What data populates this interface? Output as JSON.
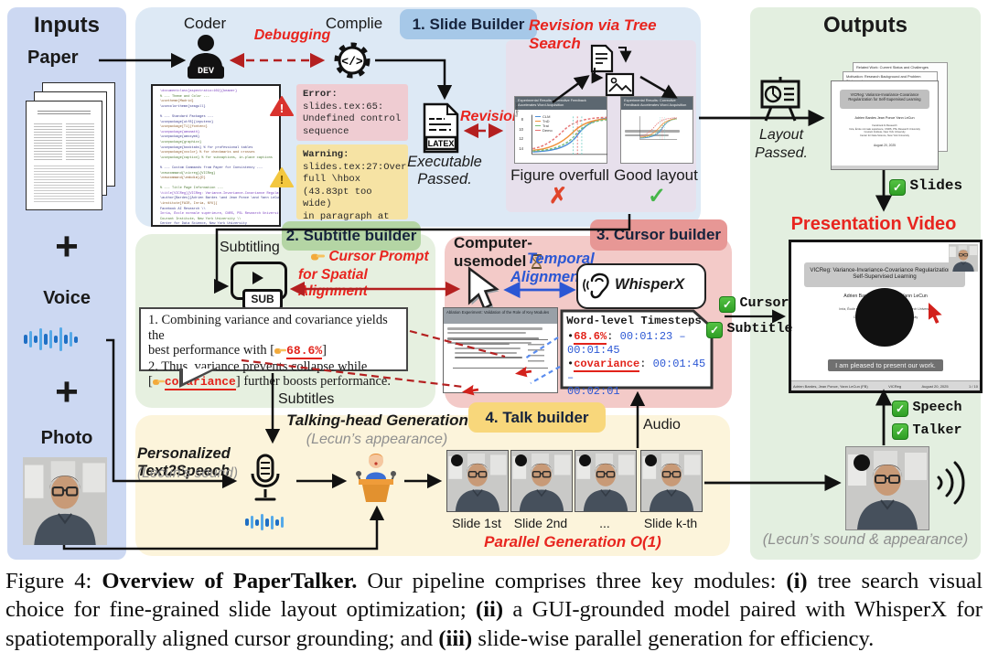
{
  "glyphs": {
    "check": "✓",
    "cross": "✗",
    "plus": "+",
    "gear_code": "</>",
    "bullet": "•"
  },
  "colors": {
    "accent_red": "#e8251f",
    "arrow_dark_red": "#b42020",
    "accent_blue": "#2b57d4",
    "inputs_panel": "#ccd8f2",
    "slide_region": "#dde9f5",
    "subtitle_region": "#e6f0e0",
    "cursor_region": "#f3cac8",
    "talk_region": "#fcf4db",
    "outputs_panel": "#e3efe0"
  },
  "inputs": {
    "title": "Inputs",
    "paper": "Paper",
    "voice": "Voice",
    "photo": "Photo"
  },
  "slide_builder": {
    "badge": "1. Slide Builder",
    "coder": "Coder",
    "dev": "DEV",
    "debugging": "Debugging",
    "compile": "Complie",
    "revision_tree": "Revision via Tree Search",
    "error_title": "Error:",
    "error_lines": [
      "slides.tex:65:",
      "Undefined control",
      "sequence"
    ],
    "warning_title": "Warning:",
    "warning_lines": [
      "slides.tex:27:Over",
      "full \\hbox",
      "(43.83pt too wide)",
      "in paragraph at",
      "lines 27--27"
    ],
    "latex": "LATEX",
    "revision": "Revision",
    "executable_1": "Executable",
    "executable_2": "Passed.",
    "figure_overfull": "Figure overfull",
    "good_layout": "Good layout",
    "thumb_title": "Experimental Results: Corrective Feedback Accelerates Word Acquisition",
    "legend": [
      "CLM",
      "TnD",
      "Trai",
      "Demo"
    ],
    "y_label": "Surprisal",
    "y_ticks": [
      "8",
      "10",
      "12",
      "14"
    ],
    "code_lines": [
      "\\documentclass[aspectratio=169]{beamer}",
      "% --- Theme and Color ---",
      "\\usetheme{Madrid}",
      "\\usecolortheme{seagull}",
      "",
      "% --- Standard Packages ---",
      "\\usepackage[utf8]{inputenc}",
      "\\usepackage[T1]{fontenc}",
      "\\usepackage{amsmath}",
      "\\usepackage{amssymb}",
      "\\usepackage{graphicx}",
      "\\usepackage{booktabs} % for professional tables",
      "\\usepackage{xcolor}  % for checkmarks and crosses",
      "\\usepackage{caption} % for subcaptions, in-place captions",
      "",
      "% --- Custom Commands from Paper for Consistency ---",
      "\\newcommand{\\vicreg}{VICReg}",
      "\\newcommand{\\embdim}{D}",
      "",
      "% --- Title Page Information ---",
      "\\title[VICReg]{VICReg: Variance-Invariance-Covariance Regularization}",
      "\\author[Bardes]{Adrien Bardes \\and Jean Ponce \\and Yann LeCun}",
      "\\institute[FAIR, Inria, NYU]{",
      "  Facebook AI Research \\\\",
      "  Inria, École normale supérieure, CNRS, PSL Research University \\\\",
      "  Courant Institute, New York University \\\\",
      "  Center for Data Science, New York University",
      "}",
      "\\date{August 20, 2025}"
    ]
  },
  "subtitle_builder": {
    "badge": "2. Subtitle builder",
    "subtitling": "Subtitling",
    "sub": "SUB",
    "prompt_1": "Cursor Prompt",
    "prompt_2": "for Spatial Alignment",
    "bubble": {
      "l1": "1. Combining variance and covariance yields the",
      "l2_pre": "best performance with [",
      "l2_word": "68.6%",
      "l2_post": "]",
      "l3": "2. Thus, variance prevents collapse while",
      "l4_pre": "[",
      "l4_word": "covariance",
      "l4_post": "] further boosts performance."
    },
    "subtitles": "Subtitles"
  },
  "cursor_builder": {
    "badge": "3. Cursor builder",
    "model_1": "Computer-",
    "model_2": "usemodel",
    "temporal_1": "Temporal",
    "temporal_2": "Alignment",
    "whisperx": "WhisperX",
    "ablation_title": "Ablation Experiment: Validation of the Role of Key Modules",
    "ts": {
      "title": "Word-level Timesteps",
      "e1_word": "68.6%",
      "e1_sep": ":",
      "e1_t1": "00:01:23 –",
      "e1_t2": "00:01:45",
      "e2_word": "covariance",
      "e2_sep": ":",
      "e2_t1": "00:01:45 –",
      "e2_t2": "00:02:01"
    }
  },
  "talk_builder": {
    "badge": "4. Talk builder",
    "th_gen": "Talking-head Generation",
    "appearance": "(Lecun’s appearance)",
    "tts": "Personalized Text2Speech",
    "sound": "(Lecun’s sound)",
    "audio": "Audio",
    "slide_labels": [
      "Slide 1st",
      "Slide 2nd",
      "...",
      "Slide k-th"
    ],
    "parallel": "Parallel Generation O(1)"
  },
  "outputs": {
    "title": "Outputs",
    "layout_1": "Layout",
    "layout_2": "Passed.",
    "stack": {
      "back": "Related Work: Current Status and Challenges",
      "mid": "Motivation: Research Background and Problem Statement",
      "front_title": "VICReg: Variance-Invariance-Covariance Regularization for Self-Supervised Learning",
      "authors": "Adrien Bardes    Jean Ponce    Yann LeCun",
      "affil": [
        "Facebook AI Research",
        "Inria, École normale supérieure, CNRS, PSL Research University",
        "Courant Institute, New York University",
        "Center for Data Science, New York University"
      ],
      "date": "August 20, 2025"
    },
    "badges": {
      "slides": "Slides",
      "cursor": "Cursor",
      "subtitle": "Subtitle",
      "speech": "Speech",
      "talker": "Talker"
    },
    "video_title": "Presentation Video",
    "player": {
      "slide_title": "VICReg: Variance-Invariance-Covariance Regularization for Self-Supervised Learning",
      "authors": "Adrien Bardes    Jean Ponce    Yann LeCun",
      "affil": [
        "Facebook AI Research",
        "Inria, École normale supérieure, CNRS, PSL Research University",
        "Courant Institute, New York University",
        "Center for Data Science, New York University"
      ],
      "date": "August 20, 2025",
      "subtitle": "I am pleased to present our work.",
      "footer_left": "Adrien Bardes, Jean Ponce, Yann LeCun (FB)",
      "footer_mid": "VICReg",
      "footer_date": "August 20, 2025",
      "footer_page": "1 / 10"
    },
    "lecun_caption": "(Lecun’s sound & appearance)"
  },
  "caption": {
    "segments": [
      {
        "t": "Figure 4: ",
        "b": 0
      },
      {
        "t": "Overview of PaperTalker.",
        "b": 1
      },
      {
        "t": " Our pipeline comprises three key modules: ",
        "b": 0
      },
      {
        "t": "(i)",
        "b": 1
      },
      {
        "t": " tree search visual choice for fine-grained slide layout optimization; ",
        "b": 0
      },
      {
        "t": "(ii)",
        "b": 1
      },
      {
        "t": " a GUI-grounded model paired with WhisperX for spatiotemporally aligned cursor grounding; and ",
        "b": 0
      },
      {
        "t": "(iii)",
        "b": 1
      },
      {
        "t": " slide-wise parallel generation for efficiency.",
        "b": 0
      }
    ]
  }
}
